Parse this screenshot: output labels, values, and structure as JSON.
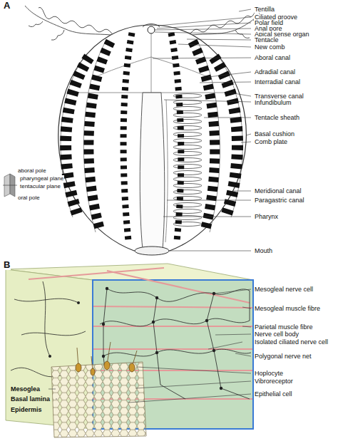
{
  "diagram": {
    "labels": [
      "A",
      "Tentilla",
      "Ciliated groove",
      "Polar field",
      "Anal pore",
      "Apical sense organ",
      "Tentacle",
      "New comb",
      "Aboral canal",
      "Adradial canal",
      "Interradial canal",
      "Transverse canal",
      "Infundibulum",
      "Tentacle sheath",
      "Basal cushion",
      "Comb plate",
      "Meridional canal",
      "Paragastric canal",
      "Pharynx",
      "Mouth",
      "aboral pole",
      "pharyngeal plane",
      "tentacular plane",
      "oral pole",
      "B",
      "Mesogleal nerve cell",
      "Mesogleal muscle fibre",
      "Parietal muscle fibre",
      "Nerve cell body",
      "Isolated ciliated nerve cell",
      "Polygonal nerve net",
      "Hoplocyte",
      "Vibroreceptor",
      "Epithelial cell",
      "Mesoglea",
      "Basal lamina",
      "Epidermis"
    ]
  }
}
